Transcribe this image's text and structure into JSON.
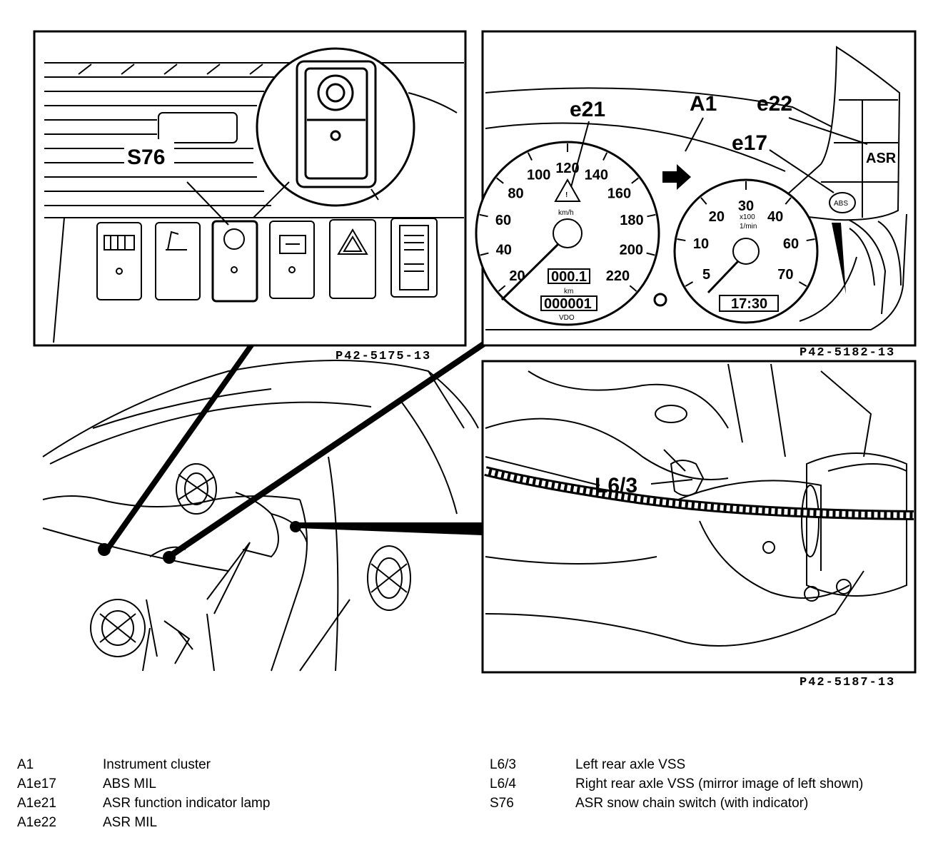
{
  "panels": {
    "switch_panel": {
      "ref": "P42-5175-13",
      "callout": "S76"
    },
    "cluster_panel": {
      "ref": "P42-5182-13",
      "callouts": {
        "a1": "A1",
        "e21": "e21",
        "e22": "e22",
        "e17": "e17"
      },
      "asr_label": "ASR",
      "abs_label": "ABS",
      "speedo": {
        "ticks": [
          "20",
          "40",
          "60",
          "80",
          "100",
          "120",
          "140",
          "160",
          "180",
          "200",
          "220"
        ],
        "unit": "km/h",
        "trip": "000.1",
        "km": "km",
        "odo": "000001",
        "brand": "VDO"
      },
      "tacho": {
        "ticks": [
          "5",
          "10",
          "20",
          "30",
          "40",
          "60",
          "70"
        ],
        "unit_top": "x100",
        "unit_bottom": "1/min",
        "clock": "17:30"
      }
    },
    "axle_panel": {
      "ref": "P42-5187-13",
      "callout": "L6/3"
    }
  },
  "legend": {
    "left": [
      {
        "code": "A1",
        "desc": "Instrument cluster"
      },
      {
        "code": "A1e17",
        "desc": "ABS MIL"
      },
      {
        "code": "A1e21",
        "desc": "ASR function indicator lamp"
      },
      {
        "code": "A1e22",
        "desc": "ASR MIL"
      }
    ],
    "right": [
      {
        "code": "L6/3",
        "desc": "Left rear axle VSS"
      },
      {
        "code": "L6/4",
        "desc": "Right rear axle VSS (mirror image of left shown)"
      },
      {
        "code": "S76",
        "desc": "ASR snow chain switch (with indicator)"
      }
    ]
  }
}
